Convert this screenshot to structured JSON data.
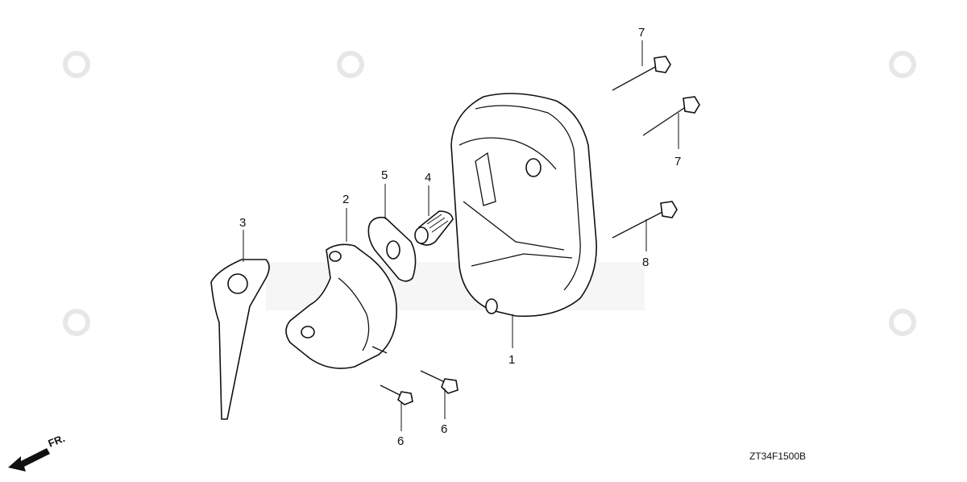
{
  "callouts": {
    "c1": "1",
    "c2": "2",
    "c3": "3",
    "c4": "4",
    "c5": "5",
    "c6a": "6",
    "c6b": "6",
    "c7a": "7",
    "c7b": "7",
    "c8": "8"
  },
  "direction_label": "FR.",
  "diagram_code": "ZT34F1500B",
  "colors": {
    "ink": "#111111",
    "watermark": "#cfcfcf",
    "background": "#ffffff"
  },
  "icons": {
    "direction": "front-arrow-icon"
  }
}
